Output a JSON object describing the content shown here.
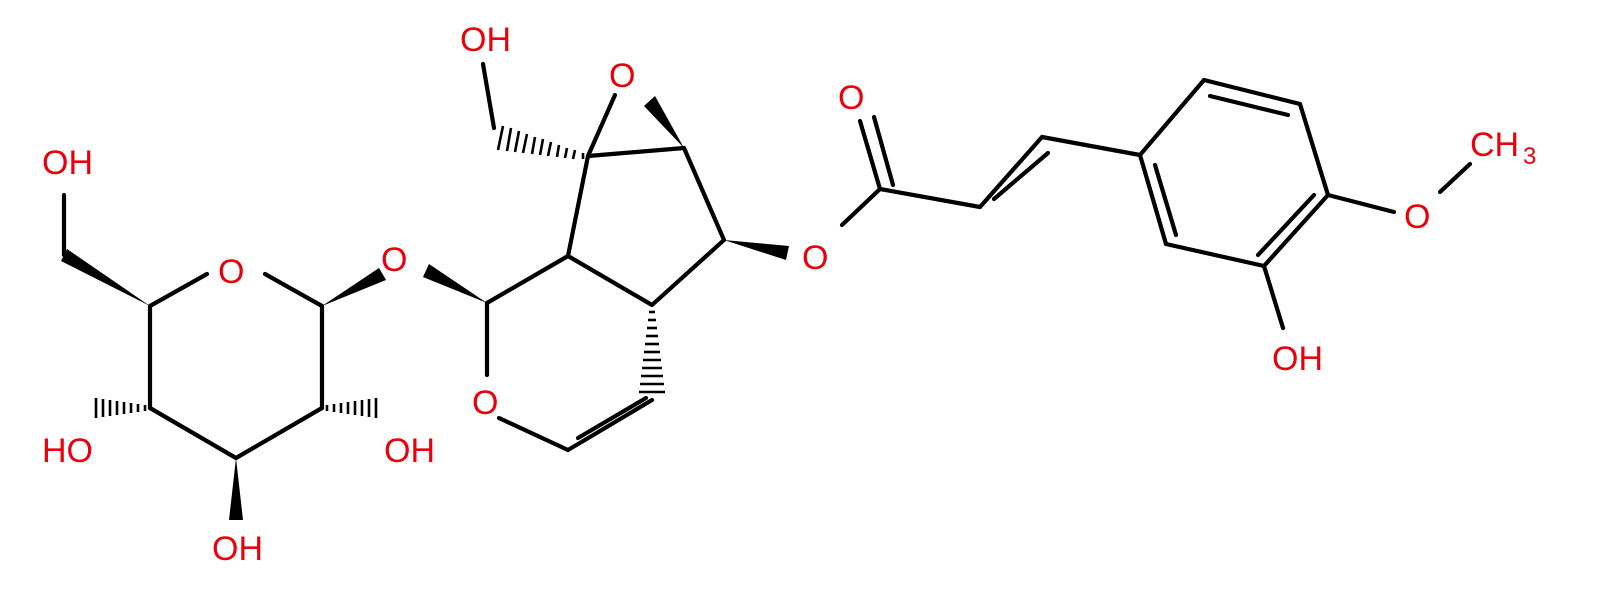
{
  "molecule": {
    "labels": {
      "oh_top": "OH",
      "oh_left": "OH",
      "o_ring": "O",
      "o_glyco": "O",
      "o_epox": "O",
      "o_pyran": "O",
      "o_carbonyl": "O",
      "o_ester": "O",
      "ho_c4": "HO",
      "oh_c2": "OH",
      "oh_c3": "OH",
      "o_methoxy": "O",
      "ch3": "CH",
      "ch3_sub": "3",
      "oh_aryl": "OH"
    },
    "colors": {
      "bond": "#000000",
      "heteroatom": "#e8000b"
    }
  }
}
